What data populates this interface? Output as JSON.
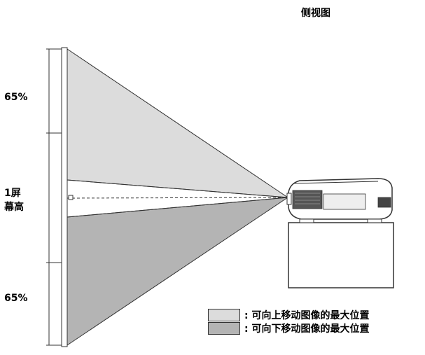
{
  "title": "侧视图",
  "labels": {
    "top_percent": "65%",
    "screen_height": "1屏\n幕高",
    "bottom_percent": "65%"
  },
  "legend": [
    {
      "text": ": 可向上移动图像的最大位置",
      "color": "#dcdcdc"
    },
    {
      "text": ": 可向下移动图像的最大位置",
      "color": "#b4b4b4"
    }
  ],
  "colors": {
    "upper_region": "#dcdcdc",
    "lower_region": "#b4b4b4",
    "stroke": "#333333"
  }
}
